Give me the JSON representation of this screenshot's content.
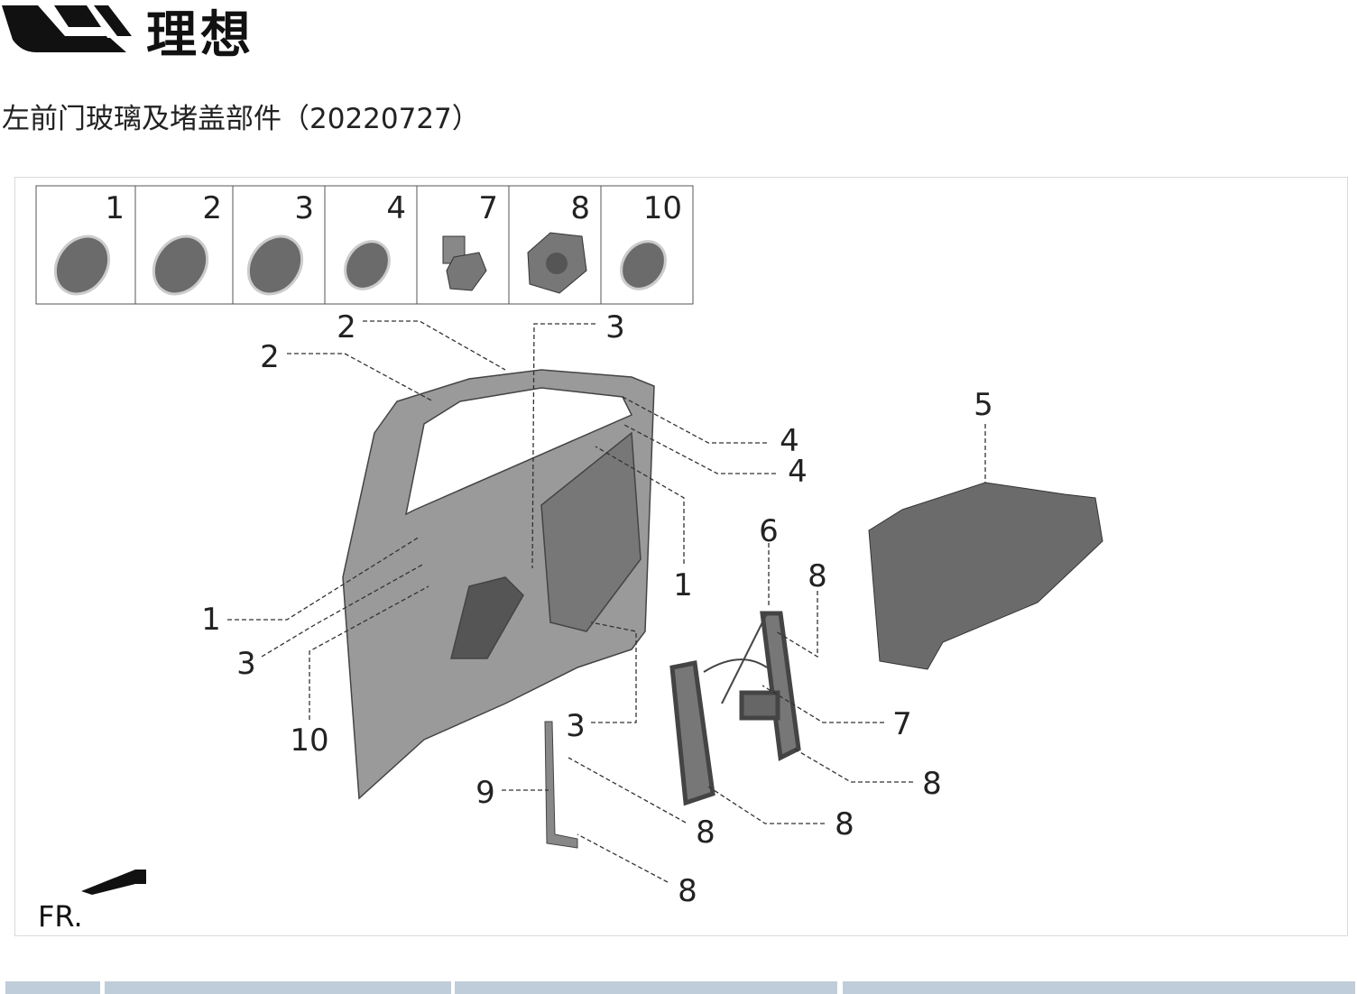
{
  "brand": {
    "name": "理想"
  },
  "page": {
    "title": "左前门玻璃及堵盖部件（20220727）"
  },
  "thumbnail_labels": [
    "1",
    "2",
    "3",
    "4",
    "7",
    "8",
    "10"
  ],
  "callouts": [
    "2",
    "3",
    "2",
    "5",
    "4",
    "4",
    "6",
    "8",
    "1",
    "1",
    "3",
    "10",
    "3",
    "7",
    "8",
    "9",
    "8",
    "8",
    "8"
  ],
  "direction_label": "FR.",
  "colors": {
    "table_header": "#bfccda",
    "part_fill": "#6b6b6b",
    "frame_border": "#d9d9d9"
  }
}
